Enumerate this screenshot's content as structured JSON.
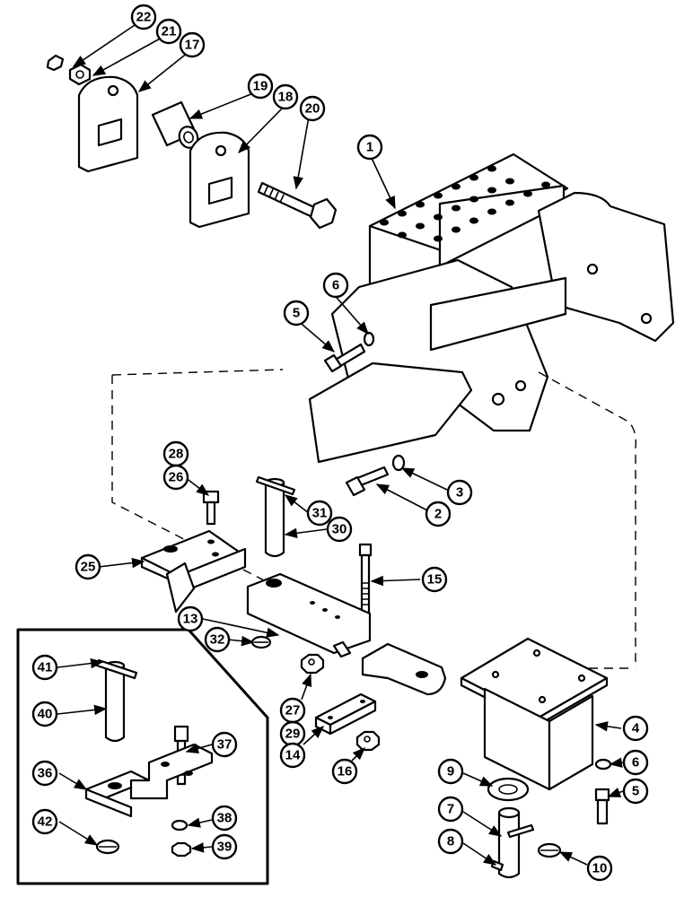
{
  "callouts": [
    {
      "id": "c1",
      "label": "1"
    },
    {
      "id": "c2",
      "label": "2"
    },
    {
      "id": "c3",
      "label": "3"
    },
    {
      "id": "c4",
      "label": "4"
    },
    {
      "id": "c5a",
      "label": "5"
    },
    {
      "id": "c5b",
      "label": "5"
    },
    {
      "id": "c6a",
      "label": "6"
    },
    {
      "id": "c6b",
      "label": "6"
    },
    {
      "id": "c7",
      "label": "7"
    },
    {
      "id": "c8",
      "label": "8"
    },
    {
      "id": "c9",
      "label": "9"
    },
    {
      "id": "c10",
      "label": "10"
    },
    {
      "id": "c13",
      "label": "13"
    },
    {
      "id": "c14",
      "label": "14"
    },
    {
      "id": "c15",
      "label": "15"
    },
    {
      "id": "c16",
      "label": "16"
    },
    {
      "id": "c17",
      "label": "17"
    },
    {
      "id": "c18",
      "label": "18"
    },
    {
      "id": "c19",
      "label": "19"
    },
    {
      "id": "c20",
      "label": "20"
    },
    {
      "id": "c21",
      "label": "21"
    },
    {
      "id": "c22",
      "label": "22"
    },
    {
      "id": "c25",
      "label": "25"
    },
    {
      "id": "c26",
      "label": "26"
    },
    {
      "id": "c27",
      "label": "27"
    },
    {
      "id": "c28",
      "label": "28"
    },
    {
      "id": "c29",
      "label": "29"
    },
    {
      "id": "c30",
      "label": "30"
    },
    {
      "id": "c31",
      "label": "31"
    },
    {
      "id": "c32",
      "label": "32"
    },
    {
      "id": "c36",
      "label": "36"
    },
    {
      "id": "c37",
      "label": "37"
    },
    {
      "id": "c38",
      "label": "38"
    },
    {
      "id": "c39",
      "label": "39"
    },
    {
      "id": "c40",
      "label": "40"
    },
    {
      "id": "c41",
      "label": "41"
    },
    {
      "id": "c42",
      "label": "42"
    }
  ]
}
